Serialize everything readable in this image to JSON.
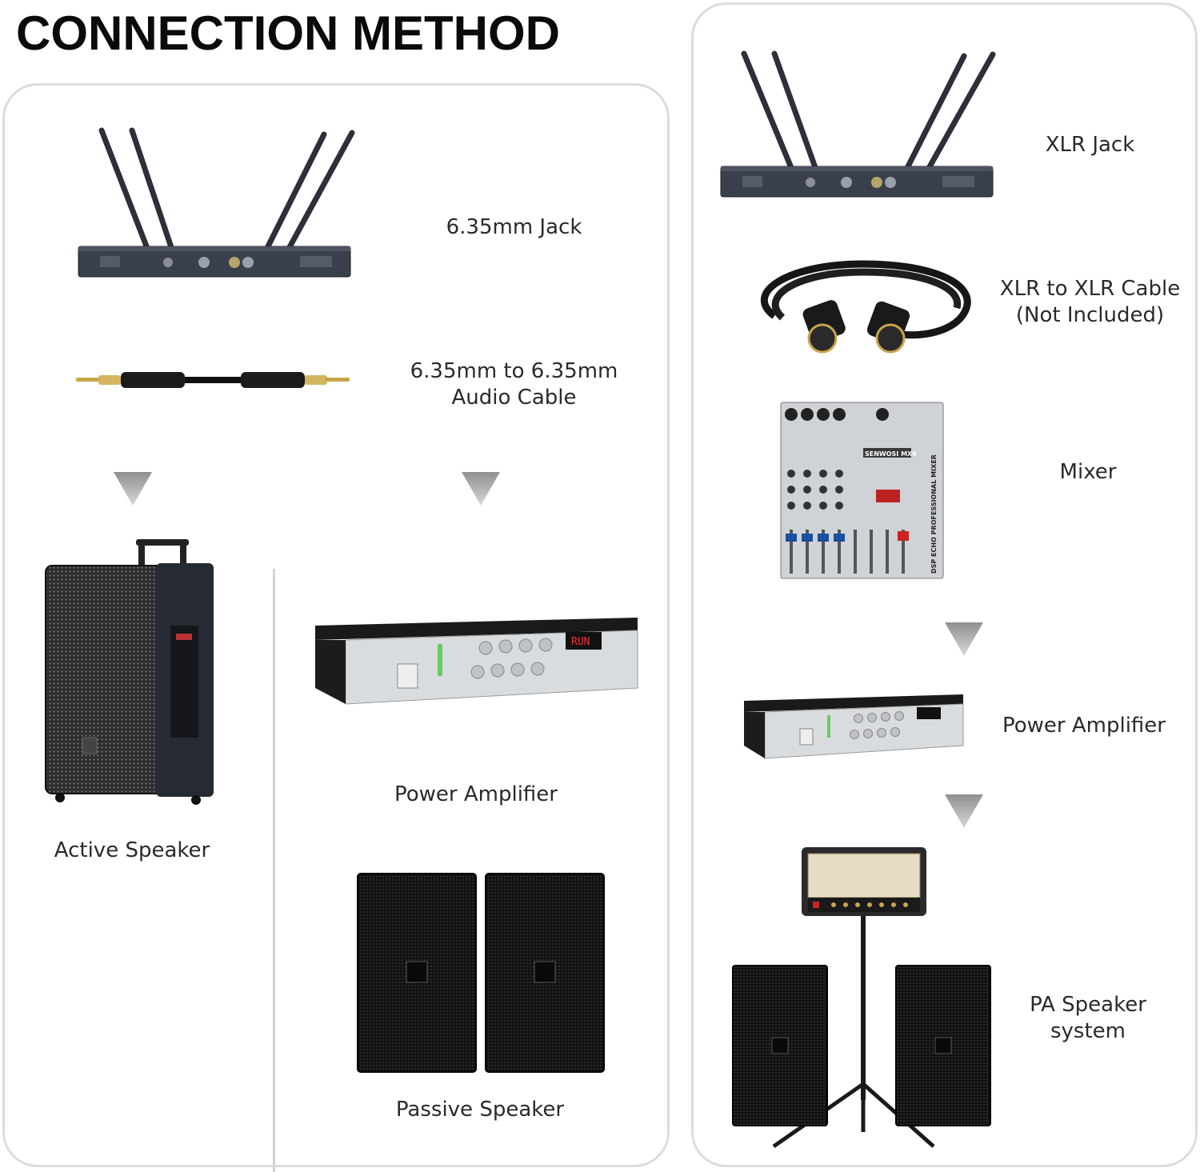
{
  "title": "CONNECTION METHOD",
  "left": {
    "jack_label": "6.35mm Jack",
    "cable_label_line1": "6.35mm to 6.35mm",
    "cable_label_line2": "Audio Cable",
    "active_speaker_label": "Active Speaker",
    "power_amplifier_label": "Power Amplifier",
    "passive_speaker_label": "Passive Speaker"
  },
  "right": {
    "xlr_jack_label": "XLR Jack",
    "xlr_cable_line1": "XLR to XLR Cable",
    "xlr_cable_line2": "(Not Included)",
    "mixer_label": "Mixer",
    "mixer_brand": "SENWOSI MX6",
    "mixer_side_text": "DSP ECHO PROFESSIONAL MIXER",
    "power_amplifier_label": "Power Amplifier",
    "pa_label_line1": "PA Speaker",
    "pa_label_line2": "system"
  },
  "amp_display": "RUN",
  "colors": {
    "panel_border": "#dcdcdc",
    "arrow": "#b0b0b0",
    "device_dark": "#2b2f3a",
    "speaker_black": "#151515",
    "amp_silver": "#d9dcdf"
  }
}
